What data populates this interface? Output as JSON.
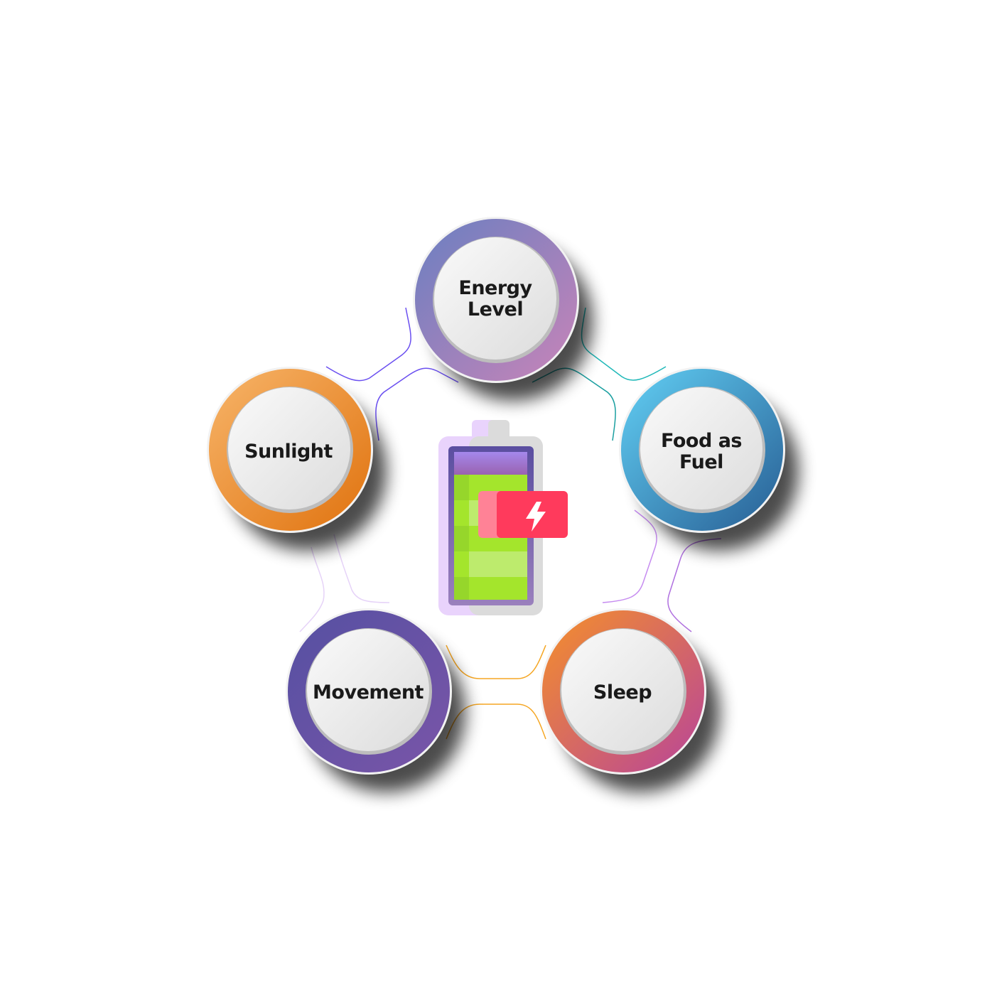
{
  "nodes": [
    {
      "id": "energy",
      "label": "Energy Level",
      "colors": [
        "#6a7fc1",
        "#c884b8"
      ]
    },
    {
      "id": "food",
      "label": "Food as Fuel",
      "colors": [
        "#62d0f5",
        "#275d93"
      ]
    },
    {
      "id": "sleep",
      "label": "Sleep",
      "colors": [
        "#f5902a",
        "#b8449a"
      ]
    },
    {
      "id": "movement",
      "label": "Movement",
      "colors": [
        "#5550a2",
        "#7a55a8"
      ]
    },
    {
      "id": "sunlight",
      "label": "Sunlight",
      "colors": [
        "#f7b56a",
        "#e0720e"
      ]
    }
  ],
  "center_icon": "battery-charging-icon",
  "battery_colors": {
    "body": "#a4e52c",
    "cap": "#9b7fd9",
    "bolt_badge": "#ff3a5c"
  }
}
